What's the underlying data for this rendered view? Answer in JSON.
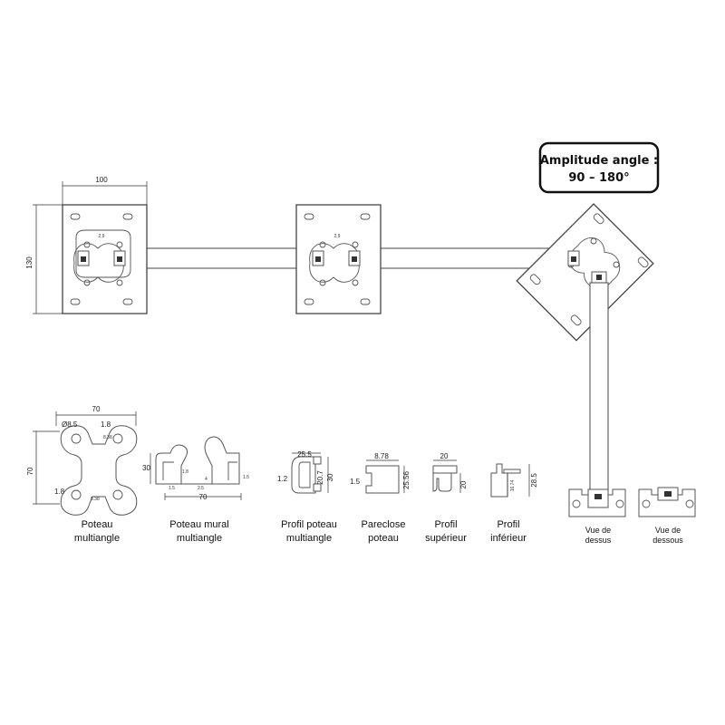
{
  "callout": {
    "line1": "Amplitude angle :",
    "line2": "90 – 180°"
  },
  "top_view": {
    "dim_width": "100",
    "dim_height": "130",
    "plate_marks": [
      "2,9",
      "2,9"
    ]
  },
  "profiles": [
    {
      "caption_line1": "Poteau",
      "caption_line2": "multiangle",
      "dims": {
        "width": "70",
        "height": "70",
        "hole": "Ø8.5",
        "wall_top": "1.8",
        "wall_bottom": "1.8",
        "small_a": "8.38",
        "small_b": "8.38"
      }
    },
    {
      "caption_line1": "Poteau mural",
      "caption_line2": "multiangle",
      "dims": {
        "width": "70",
        "height": "30",
        "inner_a": "1.8",
        "inner_b": "4",
        "inner_c": "2.5",
        "edge": "1.5",
        "lip": "1.5"
      }
    },
    {
      "caption_line1": "Profil poteau",
      "caption_line2": "multiangle",
      "dims": {
        "width": "25.5",
        "height": "30",
        "inner": "20.7",
        "wall": "1.2"
      }
    },
    {
      "caption_line1": "Pareclose",
      "caption_line2": "poteau",
      "dims": {
        "width": "8.78",
        "height": "25.56",
        "wall": "1.5"
      }
    },
    {
      "caption_line1": "Profil",
      "caption_line2": "supérieur",
      "dims": {
        "width": "20",
        "height": "20"
      }
    },
    {
      "caption_line1": "Profil",
      "caption_line2": "inférieur",
      "dims": {
        "height": "28.5",
        "inner": "16.74"
      }
    }
  ],
  "views": [
    {
      "caption_line1": "Vue de",
      "caption_line2": "dessus"
    },
    {
      "caption_line1": "Vue de",
      "caption_line2": "dessous"
    }
  ]
}
